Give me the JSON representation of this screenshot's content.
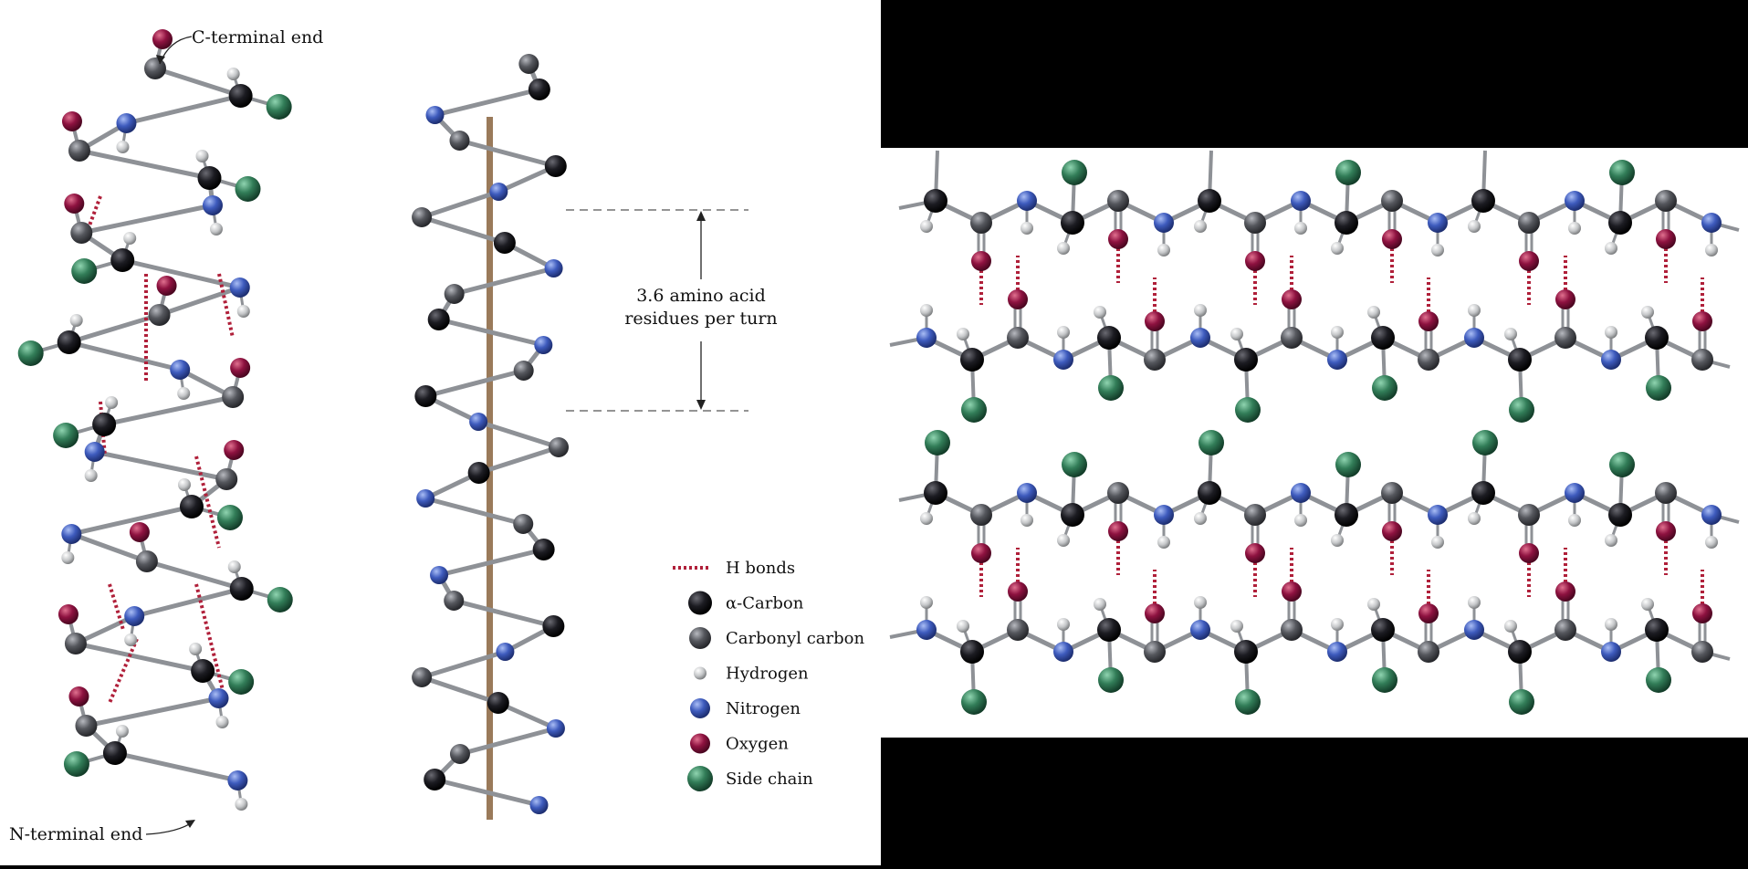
{
  "labels": {
    "c_terminal": "C-terminal end",
    "n_terminal": "N-terminal end",
    "residues_line1": "3.6 amino acid",
    "residues_line2": "residues per turn"
  },
  "legend": [
    {
      "key": "hbond",
      "label": "H bonds",
      "color": "#b0203a"
    },
    {
      "key": "alpha",
      "label": "α-Carbon",
      "color": "#141418"
    },
    {
      "key": "carbonyl",
      "label": "Carbonyl carbon",
      "color": "#4a4c52"
    },
    {
      "key": "hydrogen",
      "label": "Hydrogen",
      "color": "#b9bbbd"
    },
    {
      "key": "nitrogen",
      "label": "Nitrogen",
      "color": "#3a57b3"
    },
    {
      "key": "oxygen",
      "label": "Oxygen",
      "color": "#8a0f3c"
    },
    {
      "key": "side",
      "label": "Side chain",
      "color": "#2f7a55"
    }
  ],
  "colors": {
    "alpha": "#141418",
    "carbonyl": "#4a4c52",
    "hydrogen": "#b9bbbd",
    "nitrogen": "#3a57b3",
    "oxygen": "#8a0f3c",
    "side": "#2f7a55",
    "hbond": "#b0203a",
    "axis": "#9a7a5a",
    "bond": "#8e9196"
  }
}
